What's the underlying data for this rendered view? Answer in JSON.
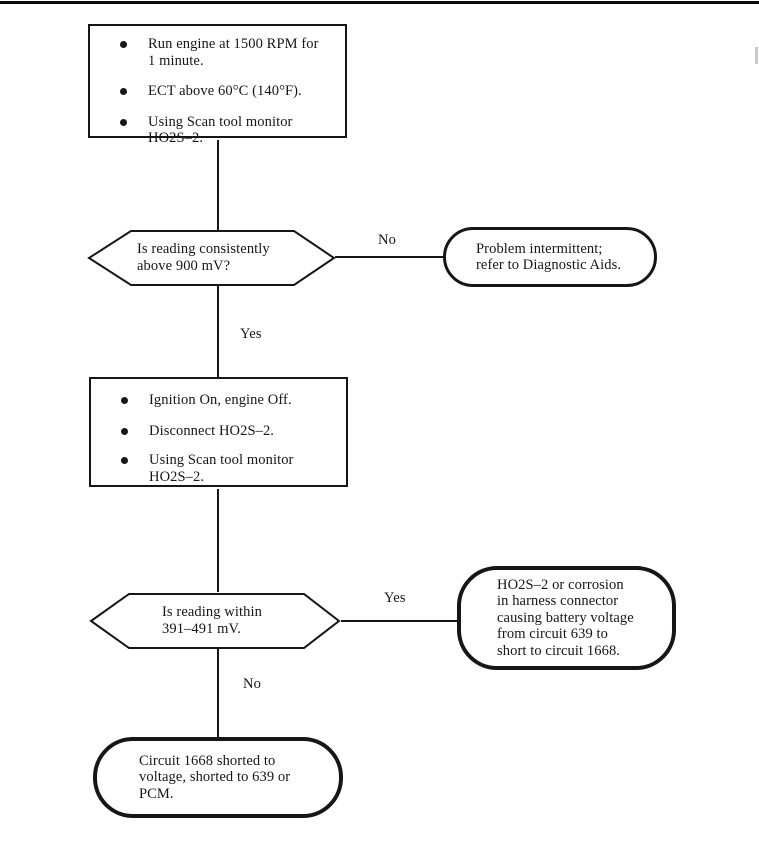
{
  "page": {
    "kind": "diagnostic-flowchart-scan",
    "colors": {
      "ink": "#161616",
      "paper": "#ffffff"
    }
  },
  "labels": {
    "decision1_no": "No",
    "decision1_yes": "Yes",
    "decision2_yes": "Yes",
    "decision2_no": "No"
  },
  "flowchart": {
    "step1": {
      "bullets": [
        "Run engine at 1500 RPM for\n1 minute.",
        "ECT above 60°C (140°F).",
        "Using Scan tool monitor\nHO2S–2."
      ]
    },
    "decision1": {
      "text": "Is reading consistently\nabove 900 mV?"
    },
    "terminal1": {
      "text": "Problem intermittent;\nrefer to Diagnostic Aids."
    },
    "step2": {
      "bullets": [
        "Ignition On, engine Off.",
        "Disconnect HO2S–2.",
        "Using Scan tool monitor\nHO2S–2."
      ]
    },
    "decision2": {
      "text": "Is reading within\n391–491 mV."
    },
    "terminal2": {
      "text": "HO2S–2 or corrosion\nin harness connector\ncausing battery voltage\nfrom circuit 639 to\nshort to circuit 1668."
    },
    "terminal3": {
      "text": "Circuit 1668 shorted to\nvoltage, shorted to 639 or\nPCM."
    }
  }
}
